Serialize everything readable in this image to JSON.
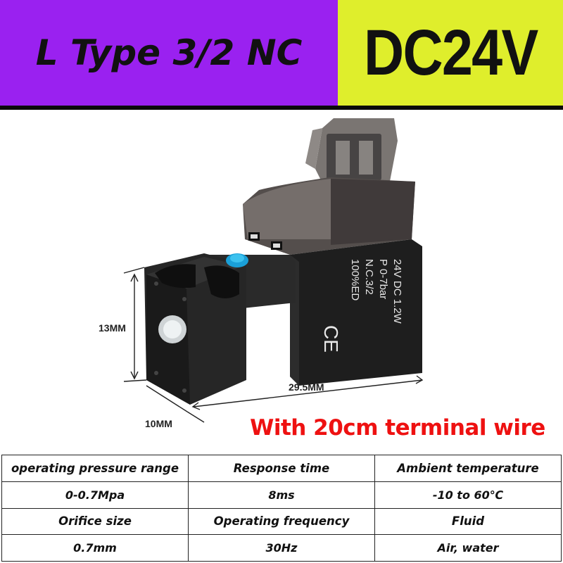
{
  "header": {
    "title": "L Type 3/2 NC",
    "voltage": "DC24V"
  },
  "product": {
    "coil_label": [
      "24V DC   1.2W",
      "P 0-7bar",
      "N.C.3/2",
      "100%ED"
    ],
    "ce_mark": "CE",
    "dimensions": {
      "height": "13MM",
      "length": "29.5MM",
      "width": "10MM"
    }
  },
  "note": "With 20cm terminal wire",
  "specs": {
    "rows": [
      [
        "operating pressure range",
        "Response time",
        "Ambient temperature"
      ],
      [
        "0-0.7Mpa",
        "8ms",
        "-10 to 60℃"
      ],
      [
        "Orifice size",
        "Operating frequency",
        "Fluid"
      ],
      [
        "0.7mm",
        "30Hz",
        "Air, water"
      ]
    ]
  },
  "colors": {
    "purple": "#9a21f0",
    "yellow": "#dfee2c",
    "red_text": "#ee1111",
    "valve_body": "#1c1c1c",
    "blue_cap": "#1aa0d8"
  }
}
